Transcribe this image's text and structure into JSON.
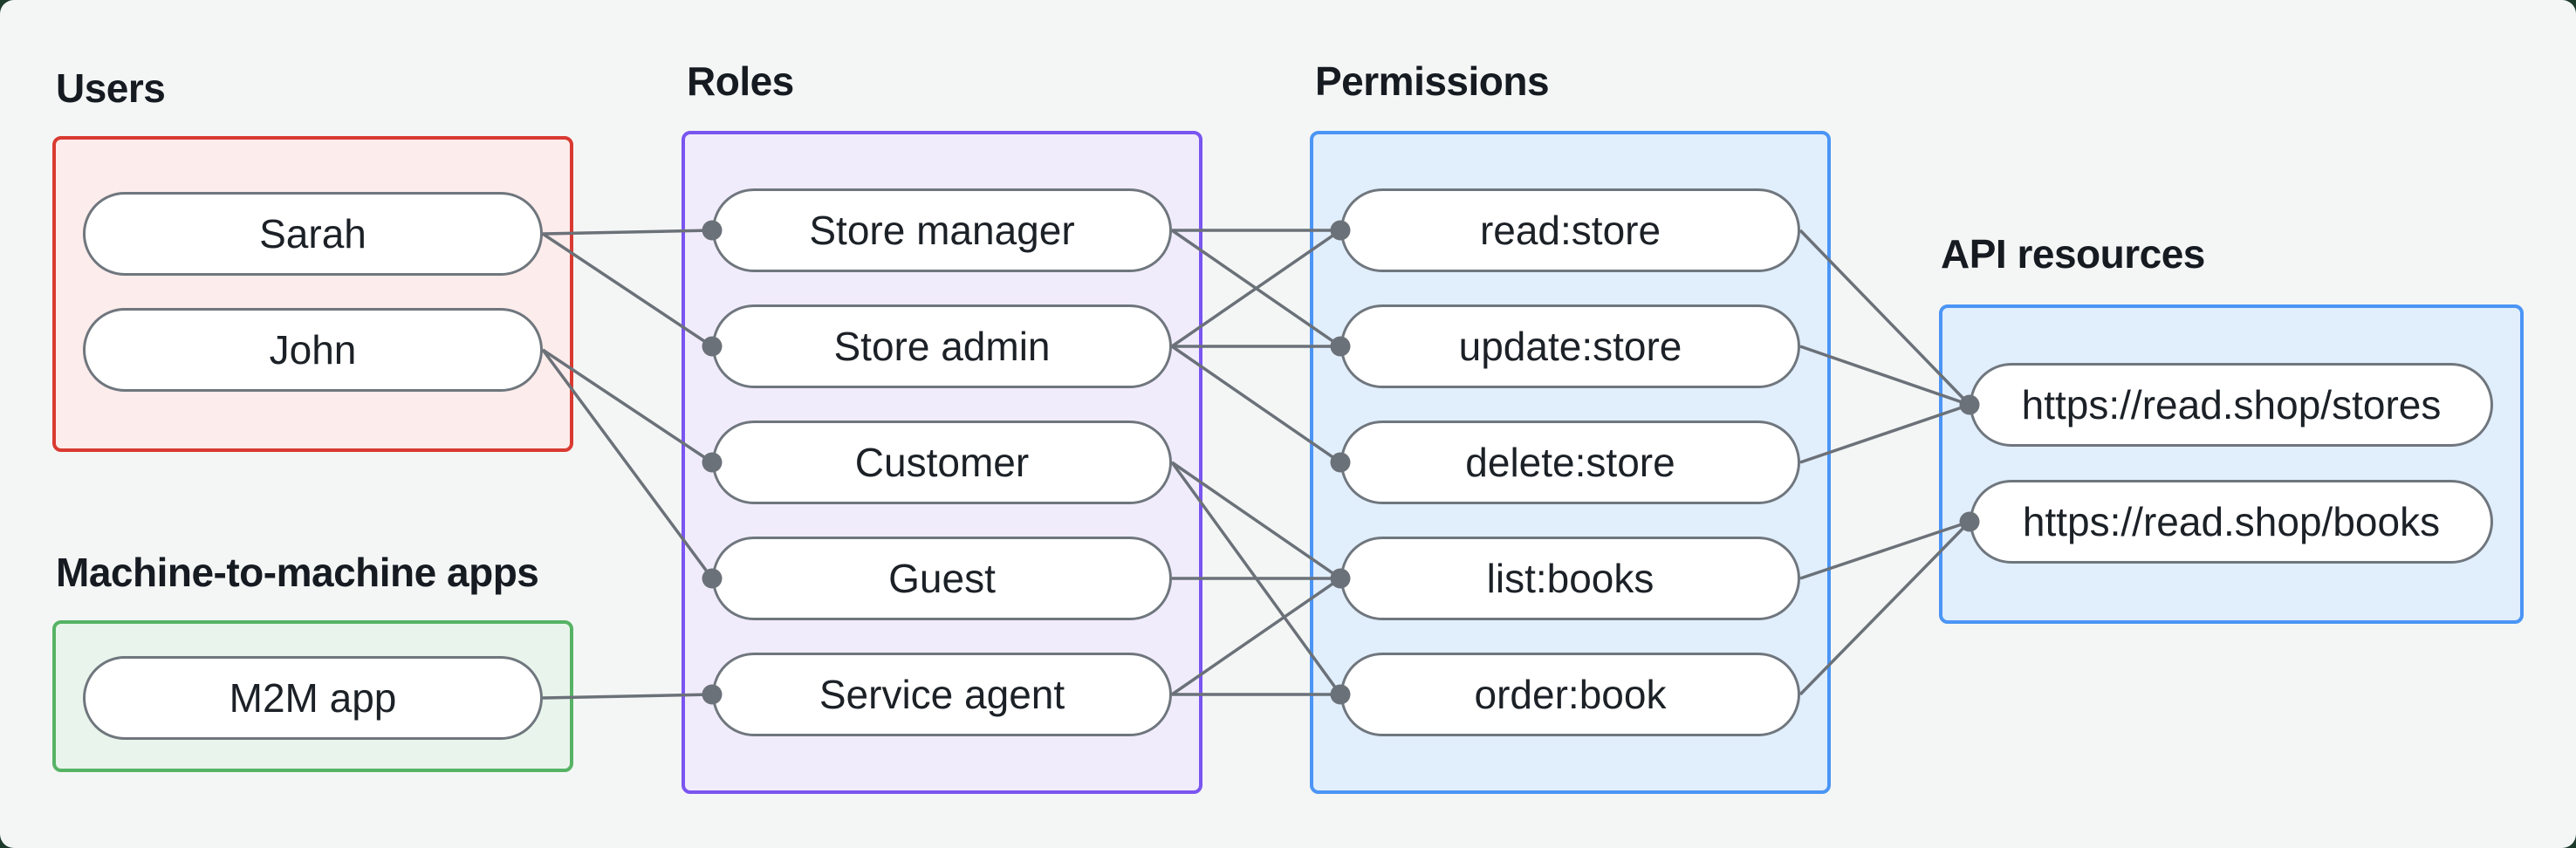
{
  "page": {
    "outside_background": "#1d3b2c",
    "canvas_background": "#f4f6f5",
    "edge_color": "#6b7178",
    "node_border_color": "#6f767d",
    "text_color": "#161b22"
  },
  "accents": {
    "red": {
      "border": "#d93a32",
      "fill": "#fceceb"
    },
    "green": {
      "border": "#56b364",
      "fill": "#e9f5ec"
    },
    "purple": {
      "border": "#7a55f0",
      "fill": "#f1ecfc"
    },
    "blue": {
      "border": "#4b95f5",
      "fill": "#e1eefc"
    }
  },
  "groups": [
    {
      "id": "users",
      "label": "Users",
      "accent": "red",
      "nodes": [
        {
          "id": "sarah",
          "label": "Sarah"
        },
        {
          "id": "john",
          "label": "John"
        }
      ]
    },
    {
      "id": "m2m-apps",
      "label": "Machine-to-machine apps",
      "accent": "green",
      "nodes": [
        {
          "id": "m2m-app",
          "label": "M2M app"
        }
      ]
    },
    {
      "id": "roles",
      "label": "Roles",
      "accent": "purple",
      "nodes": [
        {
          "id": "store-manager",
          "label": "Store manager"
        },
        {
          "id": "store-admin",
          "label": "Store admin"
        },
        {
          "id": "customer",
          "label": "Customer"
        },
        {
          "id": "guest",
          "label": "Guest"
        },
        {
          "id": "service-agent",
          "label": "Service agent"
        }
      ]
    },
    {
      "id": "permissions",
      "label": "Permissions",
      "accent": "blue",
      "nodes": [
        {
          "id": "read-store",
          "label": "read:store"
        },
        {
          "id": "update-store",
          "label": "update:store"
        },
        {
          "id": "delete-store",
          "label": "delete:store"
        },
        {
          "id": "list-books",
          "label": "list:books"
        },
        {
          "id": "order-book",
          "label": "order:book"
        }
      ]
    },
    {
      "id": "api-resources",
      "label": "API resources",
      "accent": "blue",
      "nodes": [
        {
          "id": "stores-api",
          "label": "https://read.shop/stores"
        },
        {
          "id": "books-api",
          "label": "https://read.shop/books"
        }
      ]
    }
  ],
  "connections": [
    [
      "sarah",
      "store-manager"
    ],
    [
      "sarah",
      "store-admin"
    ],
    [
      "john",
      "customer"
    ],
    [
      "john",
      "guest"
    ],
    [
      "m2m-app",
      "service-agent"
    ],
    [
      "store-manager",
      "read-store"
    ],
    [
      "store-manager",
      "update-store"
    ],
    [
      "store-admin",
      "read-store"
    ],
    [
      "store-admin",
      "update-store"
    ],
    [
      "store-admin",
      "delete-store"
    ],
    [
      "customer",
      "list-books"
    ],
    [
      "customer",
      "order-book"
    ],
    [
      "guest",
      "list-books"
    ],
    [
      "service-agent",
      "list-books"
    ],
    [
      "service-agent",
      "order-book"
    ]
  ],
  "resource_connections": [
    [
      "read-store",
      "stores-api"
    ],
    [
      "update-store",
      "stores-api"
    ],
    [
      "delete-store",
      "stores-api"
    ],
    [
      "list-books",
      "books-api"
    ],
    [
      "order-book",
      "books-api"
    ]
  ]
}
